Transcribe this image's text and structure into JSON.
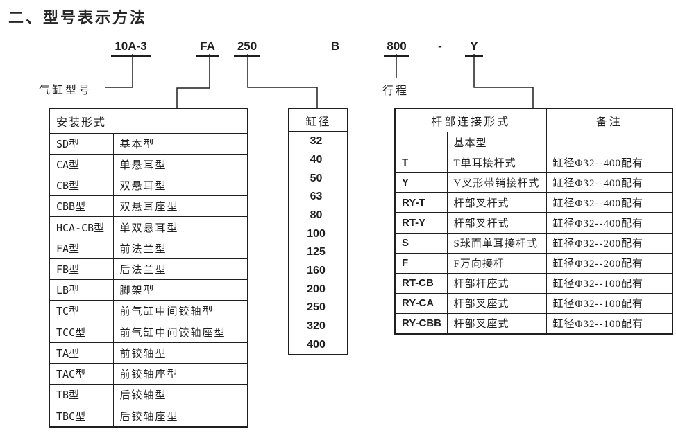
{
  "page": {
    "title": "二、型号表示方法"
  },
  "model_code": {
    "cylinder_model": "10A-3",
    "mounting": "FA",
    "bore": "250",
    "series": "B",
    "stroke": "800",
    "separator": "-",
    "rod_connection": "Y"
  },
  "callouts": {
    "cylinder_model_label": "气缸型号",
    "stroke_label": "行程"
  },
  "mounting_table": {
    "header": "安装形式",
    "rows": [
      {
        "code": "SD型",
        "desc": "基本型"
      },
      {
        "code": "CA型",
        "desc": "单悬耳型"
      },
      {
        "code": "CB型",
        "desc": "双悬耳型"
      },
      {
        "code": "CBB型",
        "desc": "双悬耳座型"
      },
      {
        "code": "HCA-CB型",
        "desc": "单双悬耳型"
      },
      {
        "code": "FA型",
        "desc": "前法兰型"
      },
      {
        "code": "FB型",
        "desc": "后法兰型"
      },
      {
        "code": "LB型",
        "desc": "脚架型"
      },
      {
        "code": "TC型",
        "desc": "前气缸中间铰轴型"
      },
      {
        "code": "TCC型",
        "desc": "前气缸中间铰轴座型"
      },
      {
        "code": "TA型",
        "desc": "前铰轴型"
      },
      {
        "code": "TAC型",
        "desc": "前铰轴座型"
      },
      {
        "code": "TB型",
        "desc": "后铰轴型"
      },
      {
        "code": "TBC型",
        "desc": "后铰轴座型"
      }
    ]
  },
  "bore_table": {
    "header": "缸径",
    "values": [
      "32",
      "40",
      "50",
      "63",
      "80",
      "100",
      "125",
      "160",
      "200",
      "250",
      "320",
      "400"
    ]
  },
  "rod_table": {
    "header_connection": "杆部连接形式",
    "header_note": "备注",
    "rows": [
      {
        "code": "",
        "desc": "基本型",
        "note": ""
      },
      {
        "code": "T",
        "desc": "T单耳接杆式",
        "note": "缸径Φ32--400配有"
      },
      {
        "code": "Y",
        "desc": "Y叉形带销接杆式",
        "note": "缸径Φ32--400配有"
      },
      {
        "code": "RY-T",
        "desc": "杆部叉杆式",
        "note": "缸径Φ32--400配有"
      },
      {
        "code": "RT-Y",
        "desc": "杆部叉杆式",
        "note": "缸径Φ32--400配有"
      },
      {
        "code": "S",
        "desc": "S球面单耳接杆式",
        "note": "缸径Φ32--200配有"
      },
      {
        "code": "F",
        "desc": "F万向接杆",
        "note": "缸径Φ32--200配有"
      },
      {
        "code": "RT-CB",
        "desc": "杆部杆座式",
        "note": "缸径Φ32--100配有"
      },
      {
        "code": "RY-CA",
        "desc": "杆部叉座式",
        "note": "缸径Φ32--100配有"
      },
      {
        "code": "RY-CBB",
        "desc": "杆部叉座式",
        "note": "缸径Φ32--100配有"
      }
    ]
  },
  "colors": {
    "ink": "#1f1f1f",
    "background": "#ffffff"
  }
}
